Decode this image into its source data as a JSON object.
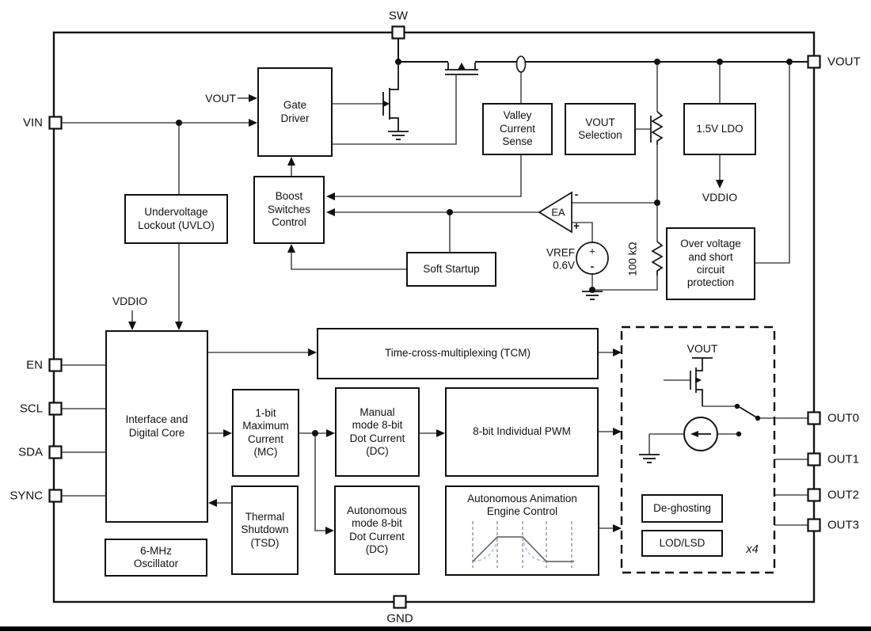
{
  "pins": {
    "sw": "SW",
    "vin": "VIN",
    "en": "EN",
    "scl": "SCL",
    "sda": "SDA",
    "sync": "SYNC",
    "vout": "VOUT",
    "out0": "OUT0",
    "out1": "OUT1",
    "out2": "OUT2",
    "out3": "OUT3",
    "gnd": "GND"
  },
  "blocks": {
    "gate_driver": "Gate\nDriver",
    "uvlo": "Undervoltage\nLockout (UVLO)",
    "boost_control": "Boost\nSwitches\nControl",
    "soft_startup": "Soft Startup",
    "valley_sense": "Valley\nCurrent\nSense",
    "vout_selection": "VOUT\nSelection",
    "ldo": "1.5V LDO",
    "ovp": "Over voltage\nand short\ncircuit\nprotection",
    "interface_core": "Interface and\nDigital Core",
    "oscillator": "6-MHz\nOscillator",
    "max_current": "1-bit\nMaximum\nCurrent\n(MC)",
    "tcm": "Time-cross-multiplexing (TCM)",
    "manual_dc": "Manual\nmode 8-bit\nDot Current\n(DC)",
    "pwm": "8-bit Individual PWM",
    "tsd": "Thermal\nShutdown\n(TSD)",
    "auto_dc": "Autonomous\nmode 8-bit\nDot Current\n(DC)",
    "animation_engine": "Autonomous Animation\nEngine Control",
    "deghosting": "De-ghosting",
    "lod_lsd": "LOD/LSD"
  },
  "labels": {
    "vout_feed": "VOUT",
    "vddio_ldo": "VDDIO",
    "vddio_core": "VDDIO",
    "ea": "EA",
    "ea_minus": "-",
    "ea_plus": "+",
    "vref_name": "VREF",
    "vref_value": "0.6V",
    "resistor_value": "100 kΩ",
    "vout_stage": "VOUT",
    "multiplier": "x4",
    "src_plus": "+",
    "src_minus": "-"
  }
}
